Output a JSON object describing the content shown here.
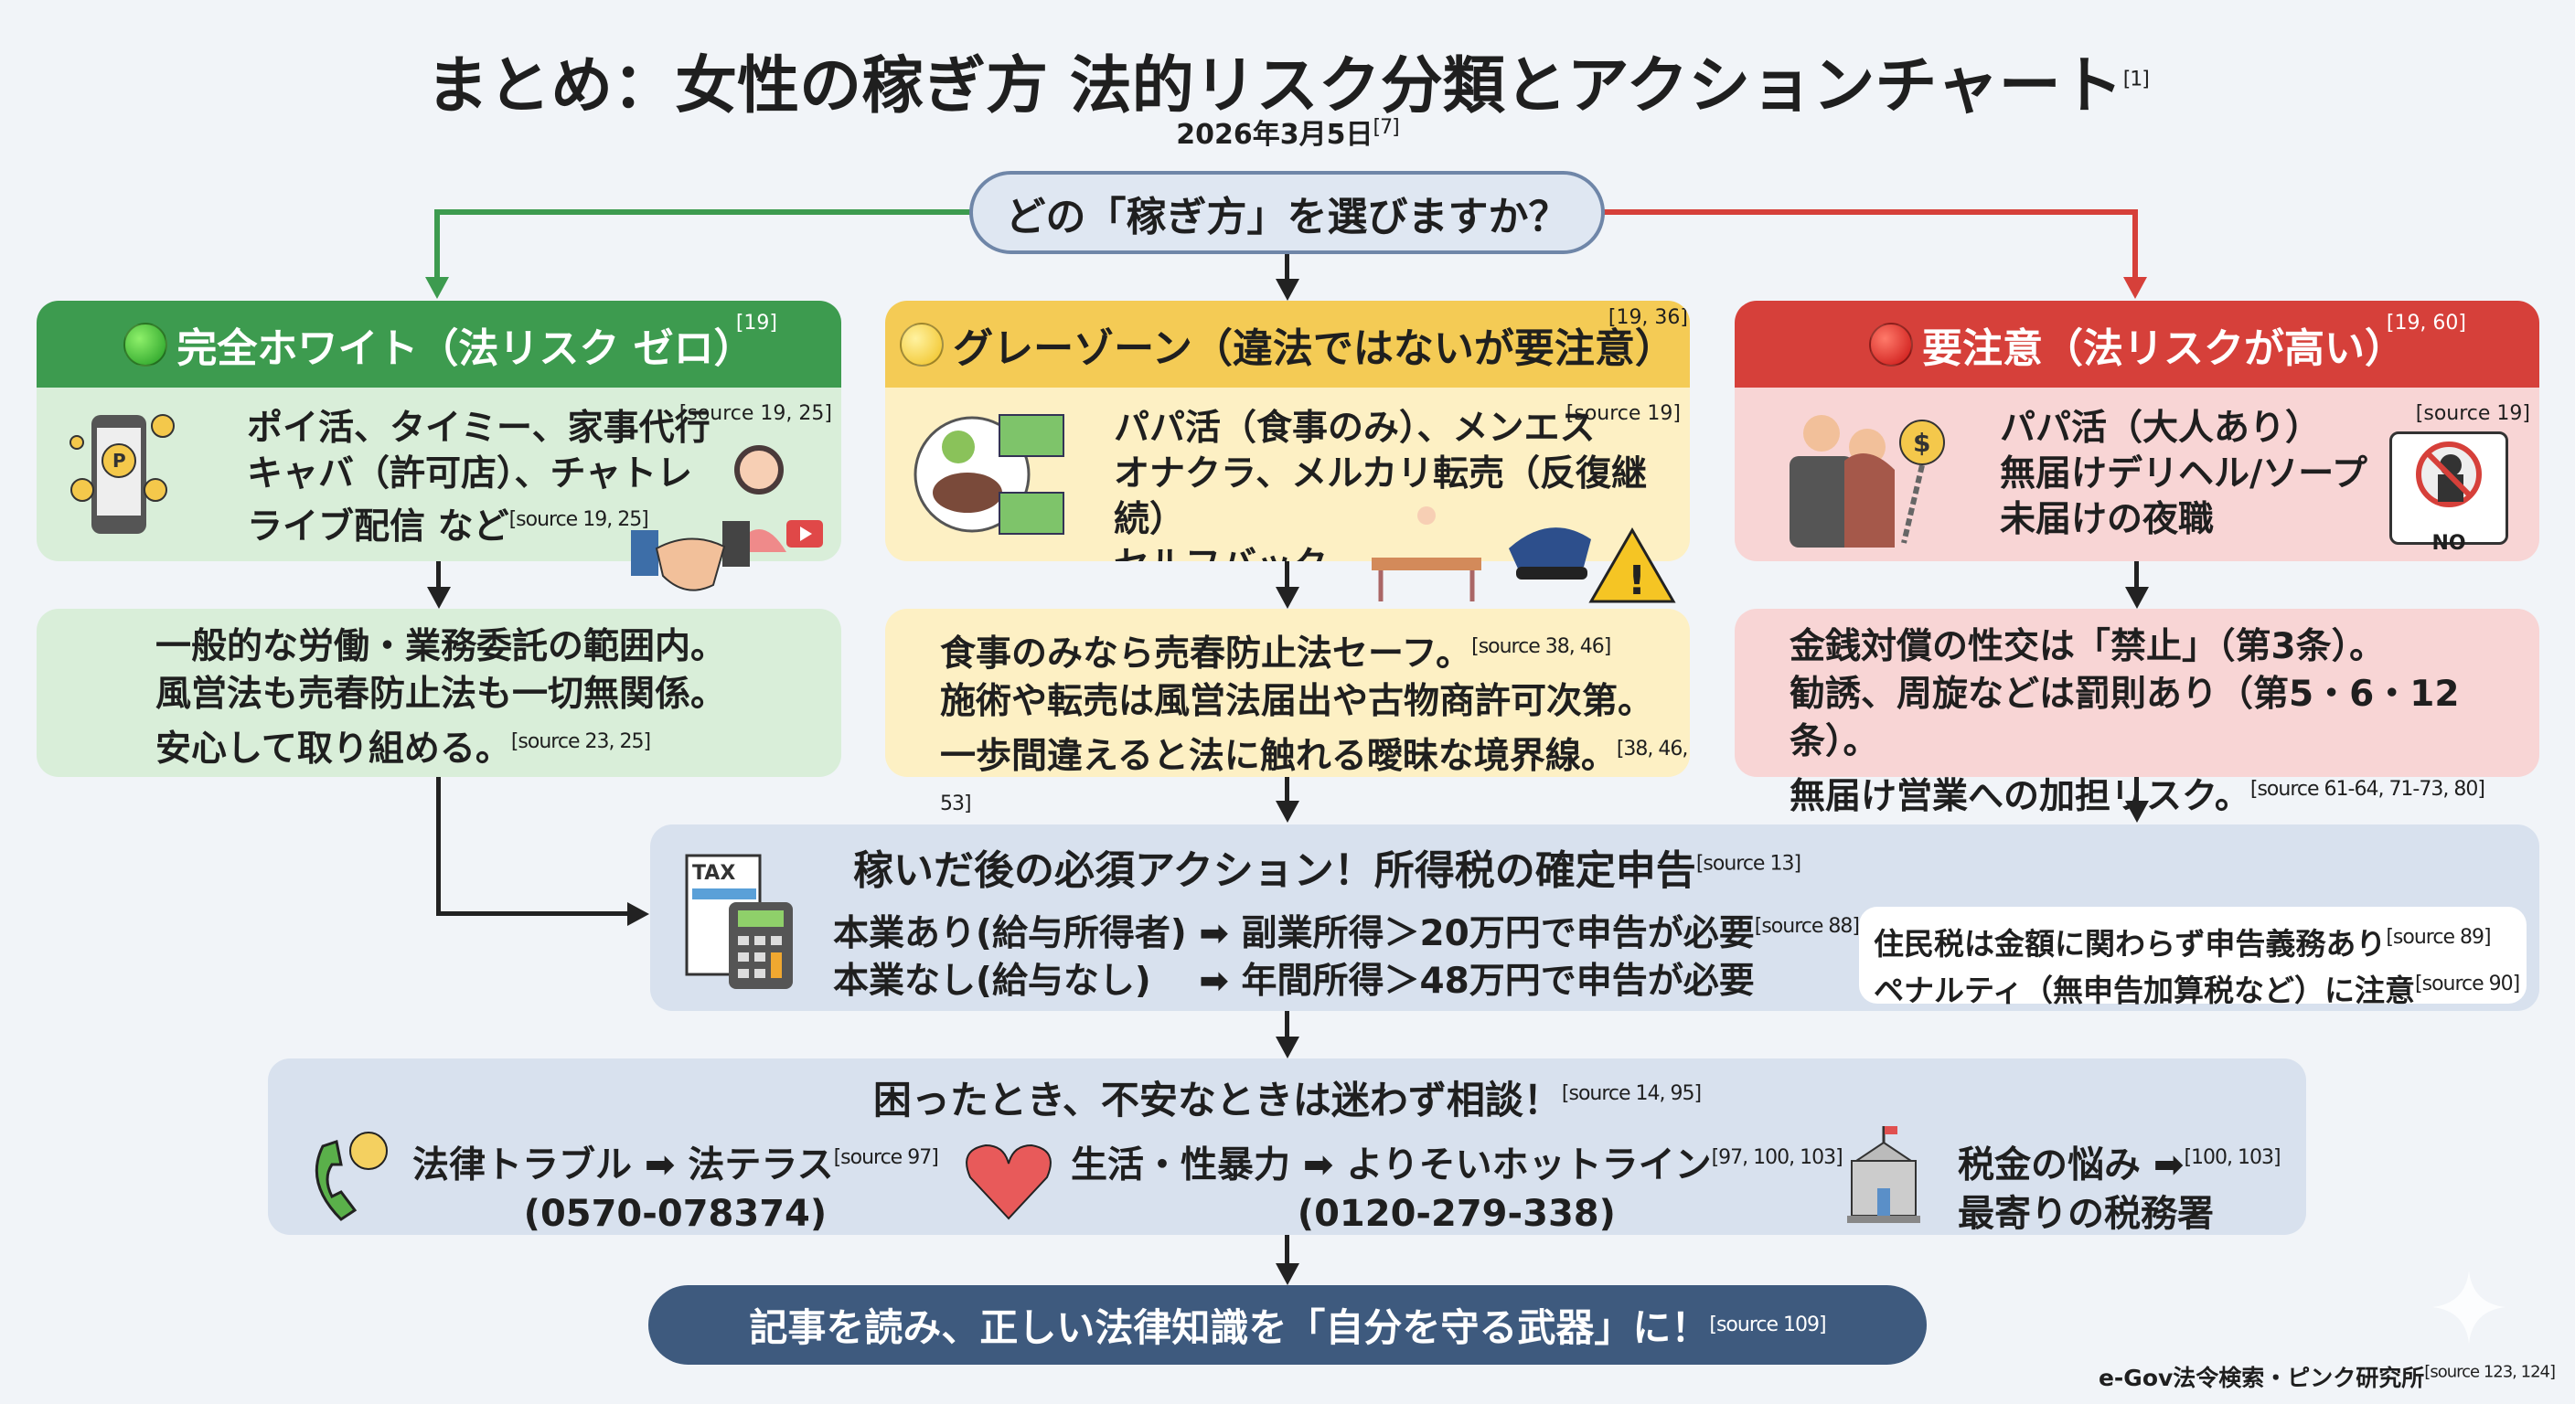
{
  "header": {
    "title": "まとめ：女性の稼ぎ方 法的リスク分類とアクションチャート",
    "title_ref": "[1]",
    "date": "2026年3月5日",
    "date_ref": "[7]"
  },
  "question": "どの「稼ぎ方」を選びますか？",
  "colors": {
    "green": "#3d9b4f",
    "yellow": "#f4cb55",
    "red": "#d6403a",
    "navy": "#3e5a7e"
  },
  "columns": [
    {
      "title": "完全ホワイト（法リスク ゼロ）",
      "ref": "[19]",
      "src_top": "[source 19, 25]",
      "lines": [
        "ポイ活、タイミー、家事代行",
        "キャバ（許可店）、チャトレ",
        "ライブ配信 など"
      ],
      "line_ref": "[source 19, 25]",
      "detail": [
        "一般的な労働・業務委託の範囲内。",
        "風営法も売春防止法も一切無関係。",
        "安心して取り組める。"
      ],
      "detail_ref": "[source 23, 25]"
    },
    {
      "title": "グレーゾーン（違法ではないが要注意）",
      "ref": "[19, 36]",
      "src_top": "[source 19]",
      "lines": [
        "パパ活（食事のみ）、メンエス",
        "オナクラ、メルカリ転売（反復継続）",
        "セルフバック"
      ],
      "detail": [
        "食事のみなら売春防止法セーフ。",
        "施術や転売は風営法届出や古物商許可次第。",
        "一歩間違えると法に触れる曖昧な境界線。"
      ],
      "detail_ref1": "[source 38, 46]",
      "detail_ref": "[38, 46, 53]"
    },
    {
      "title": "要注意（法リスクが高い）",
      "ref": "[19, 60]",
      "src_top": "[source 19]",
      "lines": [
        "パパ活（大人あり）",
        "無届けデリヘル/ソープ",
        "未届けの夜職"
      ],
      "sign": "NO ENTRY",
      "detail": [
        "金銭対償の性交は「禁止」（第3条）。",
        "勧誘、周旋などは罰則あり（第5・6・12条）。",
        "無届け営業への加担リスク。"
      ],
      "detail_ref": "[source 61-64, 71-73, 80]"
    }
  ],
  "tax": {
    "icon_label": "TAX",
    "title": "稼いだ後の必須アクション！所得税の確定申告",
    "title_ref": "[source 13]",
    "row1": "本業あり(給与所得者) ➡ 副業所得＞20万円で申告が必要",
    "row1_ref": "[source 88]",
    "row2": "本業なし(給与なし)　 ➡ 年間所得＞48万円で申告が必要",
    "note1": "住民税は金額に関わらず申告義務あり",
    "note1_ref": "[source 89]",
    "note2": "ペナルティ（無申告加算税など）に注意",
    "note2_ref": "[source 90]"
  },
  "consult": {
    "title": "困ったとき、不安なときは迷わず相談！",
    "title_ref": "[source 14, 95]",
    "items": [
      {
        "label": "法律トラブル ➡ 法テラス",
        "ref": "[source 97]",
        "phone": "(0570-078374)"
      },
      {
        "label": "生活・性暴力 ➡ よりそいホットライン",
        "ref": "[97, 100, 103]",
        "phone": "(0120-279-338)"
      },
      {
        "label": "税金の悩み ➡",
        "ref": "[100, 103]",
        "phone": "最寄りの税務署"
      }
    ]
  },
  "final": {
    "text": "記事を読み、正しい法律知識を「自分を守る武器」に！",
    "ref": "[source 109]"
  },
  "footer": {
    "text": "e-Gov法令検索・ピンク研究所",
    "ref": "[source 123, 124]"
  }
}
